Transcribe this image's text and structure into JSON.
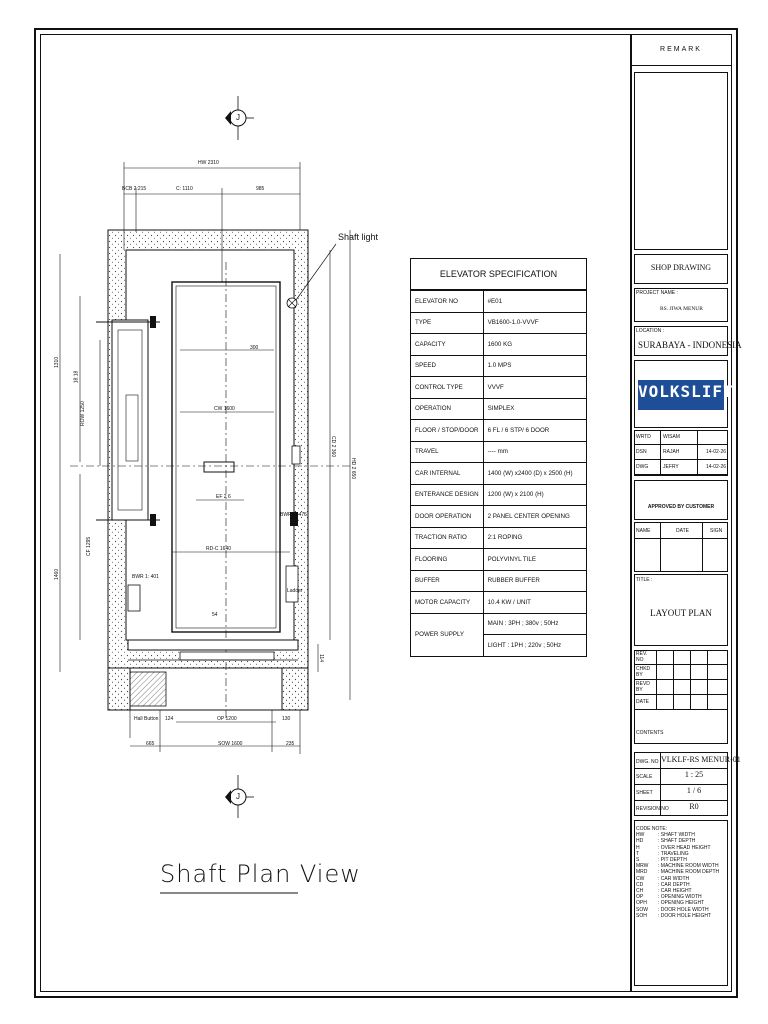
{
  "drawing": {
    "view_title": "Shaft Plan View",
    "shaft_light_label": "Shaft light",
    "grid_marker": "J",
    "dimensions": {
      "hw": "HW 2310",
      "bcb": "BCB 2:215",
      "cw_top": "C: 1110",
      "right_top": "985",
      "cw": "CW 1600",
      "row": "ROW 1250",
      "cf": "CF 1295",
      "cd": "CD 2 360",
      "hd": "HD 2 650",
      "rdc": "RD-C 1640",
      "bwr_l": "BWR 1: 401",
      "bwr_r": "BWR 1: 475",
      "ladder": "Ladder",
      "op": "OP 1200",
      "sow": "SOW 1600",
      "left_bottom": "665",
      "right_bottom": "235",
      "hall_button": "Hall Button",
      "d1": "1310",
      "d2": "18:18",
      "d3": "1460",
      "d4": "300",
      "d5": "EF 2 6",
      "d6": "54",
      "d7": "114",
      "d8": "124",
      "d9": "130"
    }
  },
  "spec": {
    "title": "ELEVATOR SPECIFICATION",
    "rows": [
      {
        "k": "ELEVATOR NO",
        "v": "#E01"
      },
      {
        "k": "TYPE",
        "v": "VB1600-1.0-VVVF"
      },
      {
        "k": "CAPACITY",
        "v": "1600 KG"
      },
      {
        "k": "SPEED",
        "v": "1.0 MPS"
      },
      {
        "k": "CONTROL TYPE",
        "v": "VVVF"
      },
      {
        "k": "OPERATION",
        "v": "SIMPLEX"
      },
      {
        "k": "FLOOR / STOP/DOOR",
        "v": "6 FL / 6 STP/ 6 DOOR"
      },
      {
        "k": "TRAVEL",
        "v": "---- mm"
      },
      {
        "k": "CAR INTERNAL",
        "v": "1400 (W) x2400 (D) x 2500 (H)"
      },
      {
        "k": "ENTERANCE DESIGN",
        "v": "1200 (W) x 2100 (H)"
      },
      {
        "k": "DOOR OPERATION",
        "v": "2 PANEL CENTER OPENING"
      },
      {
        "k": "TRACTION RATIO",
        "v": "2:1 ROPING"
      },
      {
        "k": "FLOORING",
        "v": "POLYVINYL TILE"
      },
      {
        "k": "BUFFER",
        "v": "RUBBER BUFFER"
      },
      {
        "k": "MOTOR CAPACITY",
        "v": "10.4 KW / UNIT"
      }
    ],
    "power_label": "POWER SUPPLY",
    "power_main": "MAIN : 3PH ; 380v ; 50Hz",
    "power_light": "LIGHT : 1PH ; 220v ; 50Hz"
  },
  "titleblock": {
    "remark": "REMARK",
    "shop_drawing": "SHOP DRAWING",
    "project_label": "PROJECT NAME :",
    "project_name": "RS. JIWA MENUR",
    "location_label": "LOCATION :",
    "location": "SURABAYA - INDONESIA",
    "logo": "VOLKSLIFT",
    "persons": [
      {
        "role": "WRTD",
        "name": "WISAM",
        "date": ""
      },
      {
        "role": "DSN",
        "name": "RAJAH",
        "date": "14-02-26"
      },
      {
        "role": "DWG",
        "name": "JEFRY",
        "date": "14-02-26"
      }
    ],
    "approved": "APPROVED BY CUSTOMER",
    "name_h": "NAME",
    "date_h": "DATE",
    "sign_h": "SIGN",
    "title_label": "TITLE :",
    "title": "LAYOUT PLAN",
    "rev_rows": [
      "REV. NO",
      "CHKD BY",
      "REVD BY",
      "DATE"
    ],
    "contents": "CONTENTS",
    "dwg_no_label": "DWG. NO",
    "dwg_no": "VLKLF-RS MENUR-01",
    "scale_label": "SCALE",
    "scale": "1 : 25",
    "sheet_label": "SHEET",
    "sheet": "1 / 6",
    "revision_label": "REVISION NO",
    "revision": "R0",
    "code_note": "CODE NOTE:",
    "codes": [
      {
        "c": "HW",
        "d": ": SHAFT WIDTH"
      },
      {
        "c": "HD",
        "d": ": SHAFT DEPTH"
      },
      {
        "c": "H",
        "d": ": OVER HEAD HEIGHT"
      },
      {
        "c": "T",
        "d": ": TRAVELING"
      },
      {
        "c": "S",
        "d": ": PIT DEPTH"
      },
      {
        "c": "MRW",
        "d": ": MACHINE ROOM WIDTH"
      },
      {
        "c": "MRD",
        "d": ": MACHINE ROOM DEPTH"
      },
      {
        "c": "CW",
        "d": ": CAR WIDTH"
      },
      {
        "c": "CD",
        "d": ": CAR DEPTH"
      },
      {
        "c": "CH",
        "d": ": CAR HEIGHT"
      },
      {
        "c": "OP",
        "d": ": OPENING WIDTH"
      },
      {
        "c": "OPH",
        "d": ": OPENING HEIGHT"
      },
      {
        "c": "SOW",
        "d": ": DOOR HOLE WIDTH"
      },
      {
        "c": "SOH",
        "d": ": DOOR HOLE HEIGHT"
      }
    ]
  }
}
